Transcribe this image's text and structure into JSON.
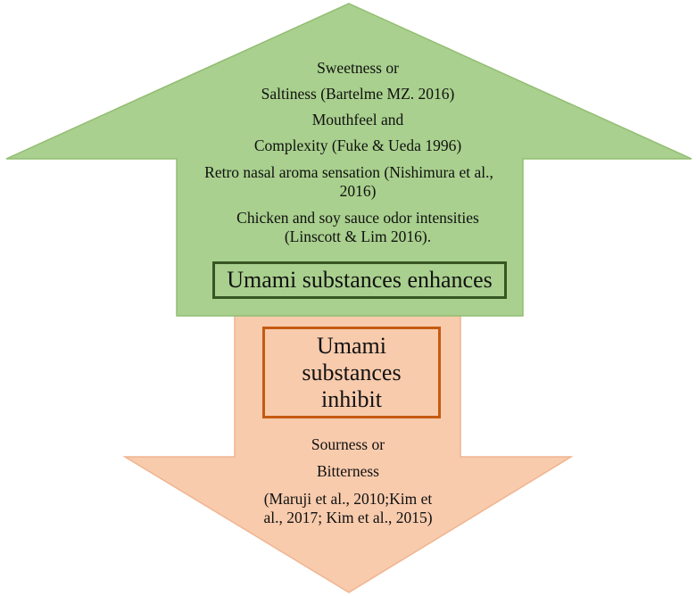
{
  "colors": {
    "up_fill": "#a9d08e",
    "up_stroke": "#93bd72",
    "down_fill": "#f8cbad",
    "down_stroke": "#f0b48f",
    "enhance_box_border": "#375623",
    "inhibit_box_border": "#c55a11"
  },
  "up_arrow": {
    "lines": [
      "Sweetness or",
      "Saltiness (Bartelme MZ. 2016)",
      "Mouthfeel and",
      "Complexity  (Fuke & Ueda 1996)",
      "Retro nasal aroma sensation (Nishimura et al.,",
      "2016)",
      "Chicken and soy sauce odor intensities",
      "(Linscott  & Lim 2016)."
    ],
    "box_label": "Umami substances enhances"
  },
  "down_arrow": {
    "box_label_lines": [
      "Umami",
      "substances",
      "inhibit"
    ],
    "lines": [
      "Sourness or",
      "Bitterness",
      "(Maruji et al., 2010;Kim et",
      "al., 2017;  Kim et al., 2015)"
    ]
  }
}
